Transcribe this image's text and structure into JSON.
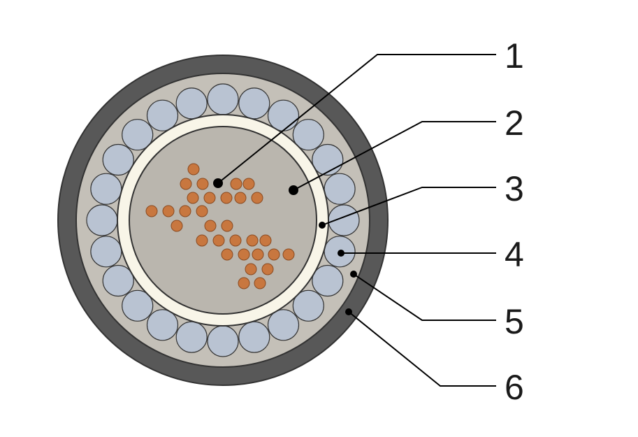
{
  "diagram": {
    "colors": {
      "outer_sheath": "#585858",
      "bedding": "#c4c0b8",
      "armour_wire": "#b9c3d2",
      "insulation": "#f8f5e8",
      "core": "#bab6ae",
      "strand": "#c8773f",
      "outline": "#333333"
    },
    "callouts": [
      {
        "number": "1"
      },
      {
        "number": "2"
      },
      {
        "number": "3"
      },
      {
        "number": "4"
      },
      {
        "number": "5"
      },
      {
        "number": "6"
      }
    ]
  }
}
